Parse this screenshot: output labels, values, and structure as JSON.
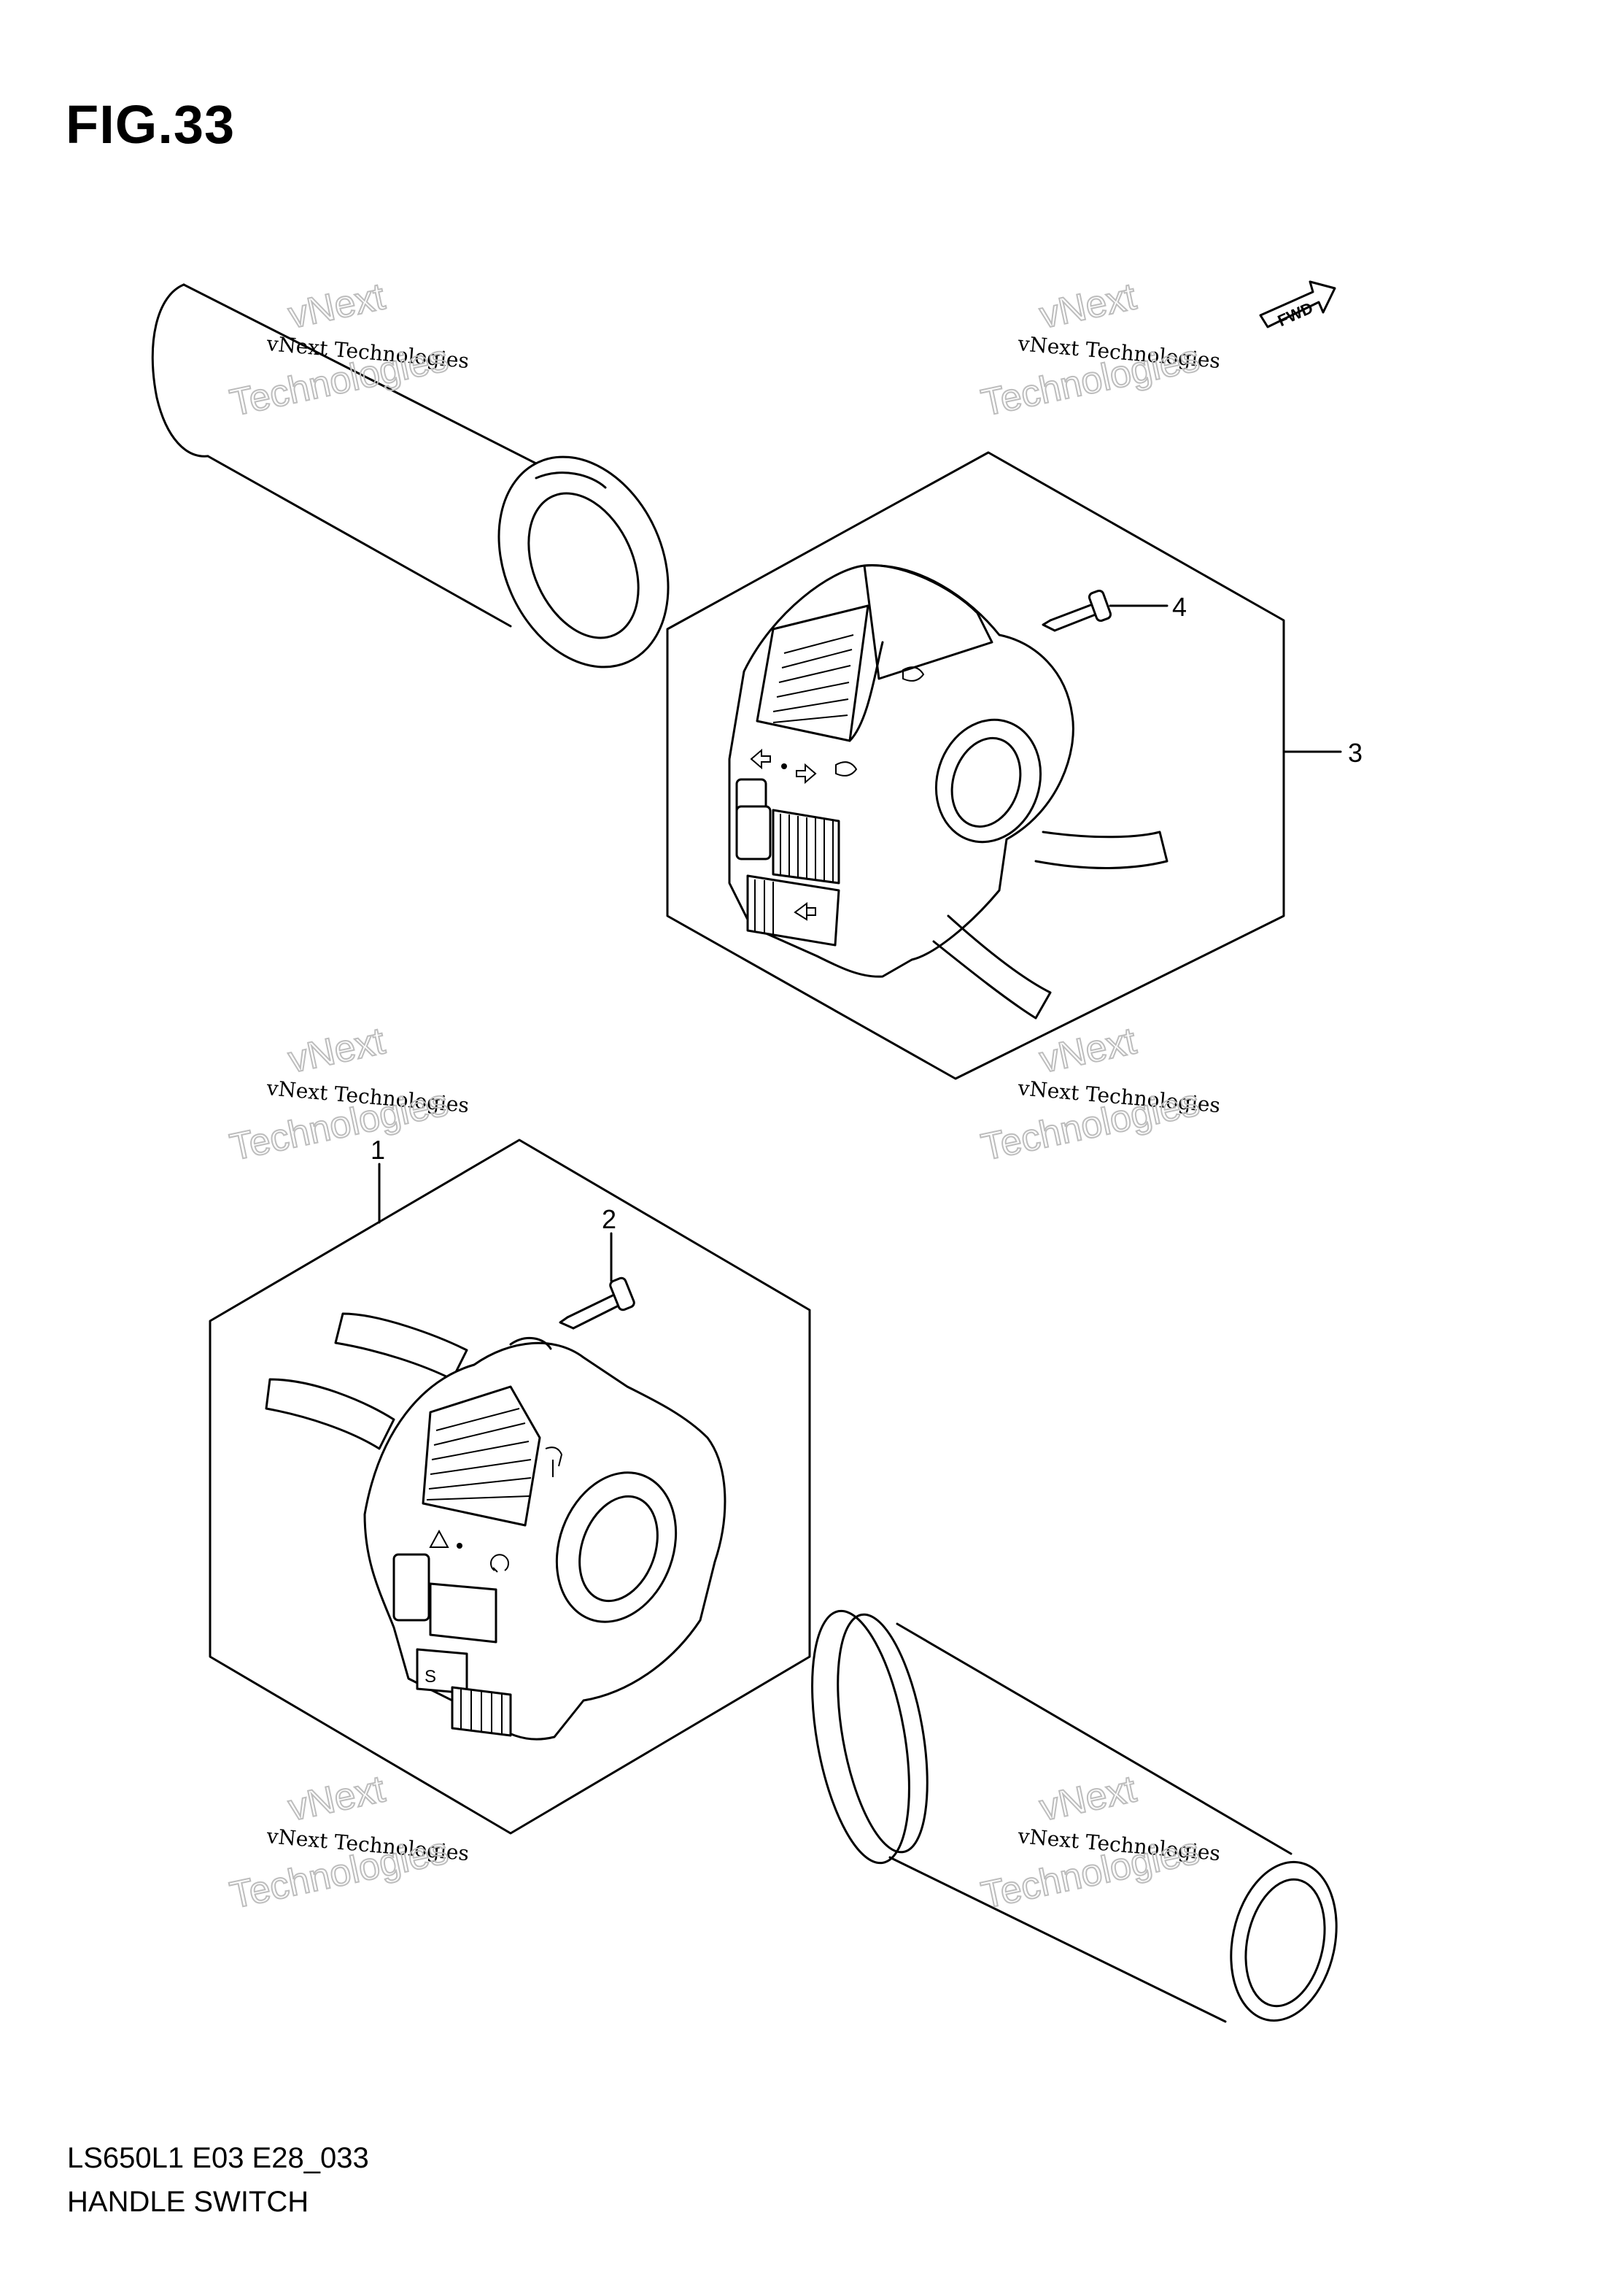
{
  "figure": {
    "title": "FIG.33"
  },
  "footer": {
    "code": "LS650L1 E03 E28_033",
    "name": "HANDLE SWITCH"
  },
  "fwd_label": "FWD",
  "callouts": {
    "p1": "1",
    "p2": "2",
    "p3": "3",
    "p4": "4"
  },
  "watermark": {
    "small": "vNext Technologies",
    "big_top": "vNext",
    "big_bottom": "Technologies"
  }
}
